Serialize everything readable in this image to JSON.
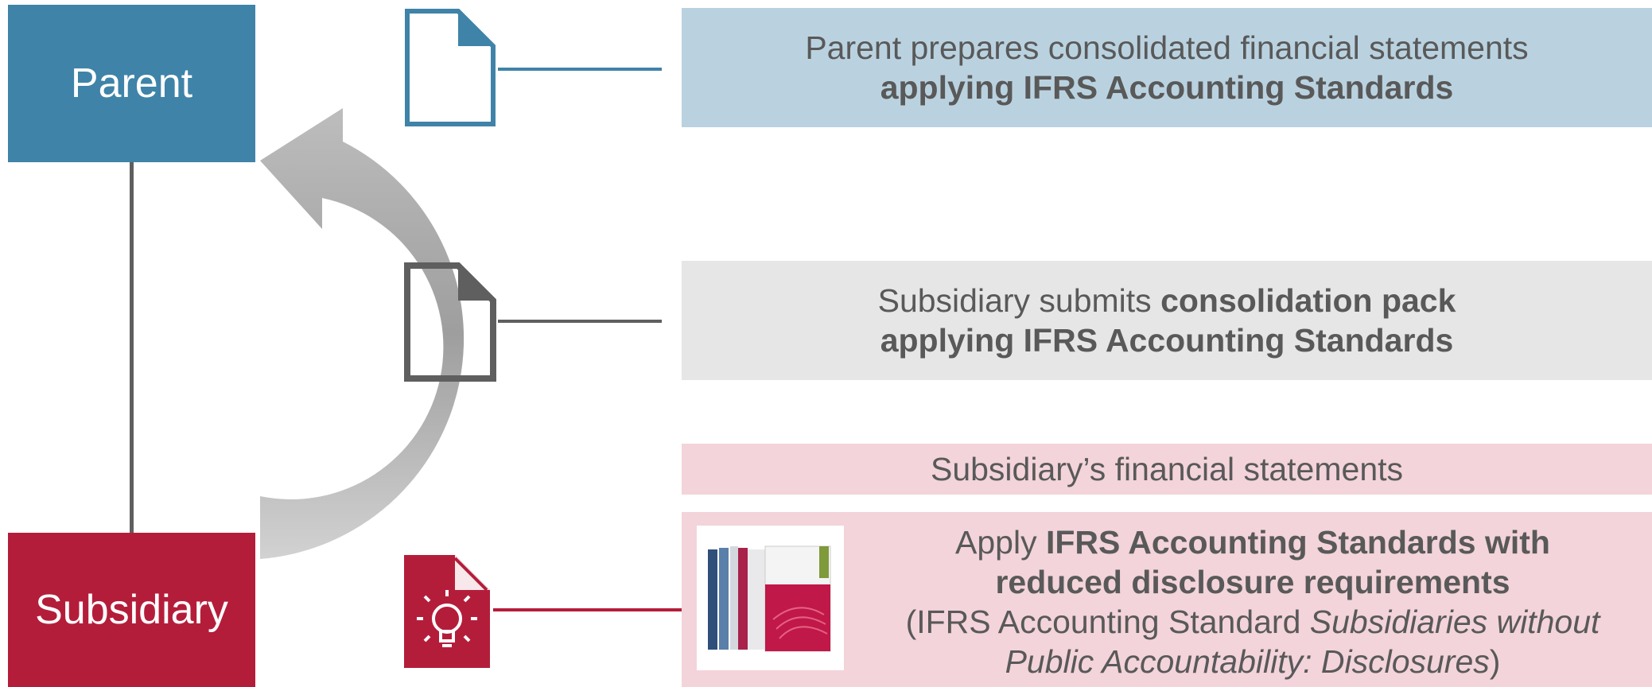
{
  "entities": {
    "parent": "Parent",
    "subsidiary": "Subsidiary"
  },
  "panels": {
    "parent": {
      "line1": "Parent prepares consolidated financial statements",
      "line2_bold": "applying IFRS Accounting Standards"
    },
    "subsidiary_pack": {
      "line1_plain": "Subsidiary submits ",
      "line1_bold": "consolidation pack",
      "line2_bold": "applying IFRS Accounting Standards"
    },
    "subsidiary_fs": {
      "label": "Subsidiary’s financial statements"
    },
    "apply": {
      "line1_plain": "Apply ",
      "line1_bold": "IFRS Accounting Standards with",
      "line2_bold": "reduced disclosure requirements",
      "line3_plain": "(IFRS Accounting Standard ",
      "line3_italic": "Subsidiaries without",
      "line4_italic": "Public Accountability: Disclosures",
      "line4_close": ")"
    }
  },
  "icons": {
    "parent_doc": "document-icon",
    "subsidiary_doc": "document-icon",
    "lightbulb_doc": "lightbulb-document-icon",
    "arrow": "curved-arrow-icon"
  },
  "colors": {
    "parent_blue": "#3f83a8",
    "subsidiary_red": "#b41d3a",
    "connector_gray": "#5f5f5f",
    "panel_blue": "#bad2e0",
    "panel_gray": "#e6e6e6",
    "panel_pink": "#f3d4da",
    "text_gray": "#595959"
  }
}
